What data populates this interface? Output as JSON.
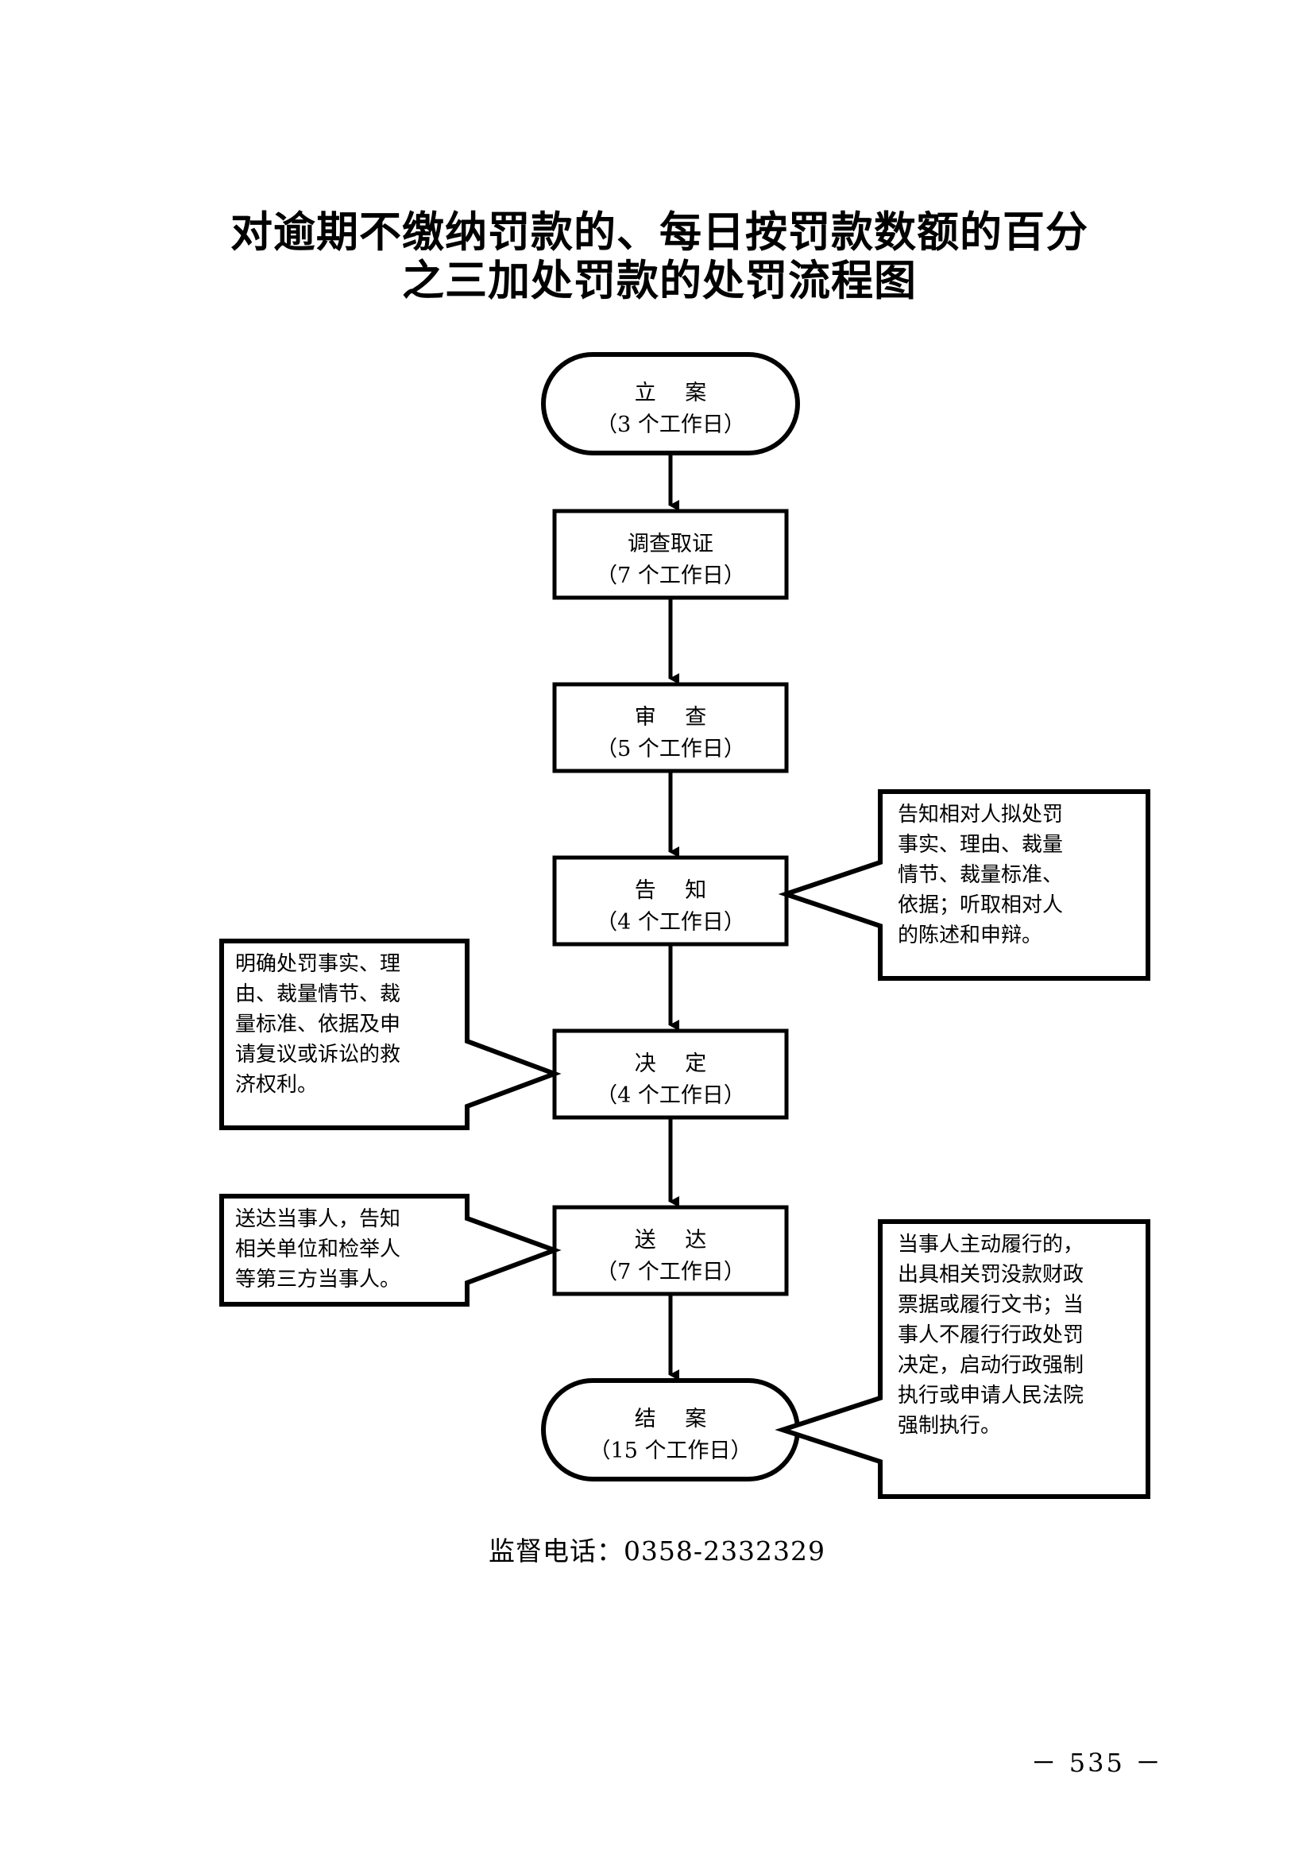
{
  "document": {
    "title_line1": "对逾期不缴纳罚款的、每日按罚款数额的百分",
    "title_line2": "之三加处罚款的处罚流程图",
    "supervision_phone": "监督电话：0358-2332329",
    "page_number": "－ 535 －"
  },
  "flow": {
    "nodes": [
      {
        "id": "filing",
        "shape": "stadium",
        "label": "立  案",
        "duration": "（3 个工作日）"
      },
      {
        "id": "investigation",
        "shape": "rect",
        "label": "调查取证",
        "duration": "（7 个工作日）"
      },
      {
        "id": "review",
        "shape": "rect",
        "label": "审  查",
        "duration": "（5 个工作日）"
      },
      {
        "id": "notification",
        "shape": "rect",
        "label": "告  知",
        "duration": "（4 个工作日）"
      },
      {
        "id": "decision",
        "shape": "rect",
        "label": "决  定",
        "duration": "（4 个工作日）"
      },
      {
        "id": "service",
        "shape": "rect",
        "label": "送  达",
        "duration": "（7 个工作日）"
      },
      {
        "id": "closing",
        "shape": "stadium",
        "label": "结  案",
        "duration": "（15 个工作日）"
      }
    ],
    "annotations": [
      {
        "id": "notification-note",
        "side": "right",
        "target": "notification",
        "lines": [
          "告知相对人拟处罚",
          "事实、理由、裁量",
          "情节、裁量标准、",
          "依据；听取相对人",
          "的陈述和申辩。"
        ]
      },
      {
        "id": "decision-note",
        "side": "left",
        "target": "decision",
        "lines": [
          "明确处罚事实、理",
          "由、裁量情节、裁",
          "量标准、依据及申",
          "请复议或诉讼的救",
          "济权利。"
        ]
      },
      {
        "id": "service-note",
        "side": "left",
        "target": "service",
        "lines": [
          "送达当事人，告知",
          "相关单位和检举人",
          "等第三方当事人。"
        ]
      },
      {
        "id": "closing-note",
        "side": "right",
        "target": "closing",
        "lines": [
          "当事人主动履行的，",
          "出具相关罚没款财政",
          "票据或履行文书；当",
          "事人不履行行政处罚",
          "决定，启动行政强制",
          "执行或申请人民法院",
          "强制执行。"
        ]
      }
    ],
    "colors": {
      "stroke": "#000000",
      "fill": "#ffffff",
      "text": "#000000"
    }
  }
}
